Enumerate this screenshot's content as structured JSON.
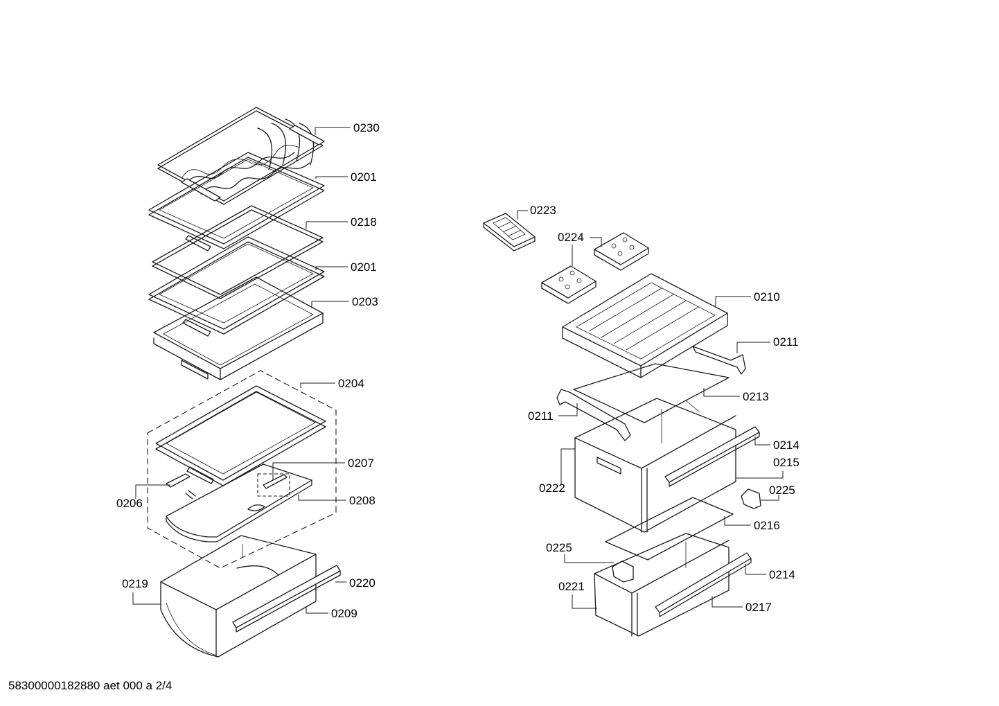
{
  "footer": "58300000182880 aet 000 a 2/4",
  "callouts": {
    "c0230": "0230",
    "c0201a": "0201",
    "c0218": "0218",
    "c0201b": "0201",
    "c0203": "0203",
    "c0204": "0204",
    "c0207": "0207",
    "c0206": "0206",
    "c0208": "0208",
    "c0219": "0219",
    "c0220": "0220",
    "c0209": "0209",
    "c0223": "0223",
    "c0224": "0224",
    "c0210": "0210",
    "c0211a": "0211",
    "c0213": "0213",
    "c0211b": "0211",
    "c0214a": "0214",
    "c0215": "0215",
    "c0222": "0222",
    "c0225a": "0225",
    "c0216": "0216",
    "c0225b": "0225",
    "c0214b": "0214",
    "c0221": "0221",
    "c0217": "0217"
  }
}
